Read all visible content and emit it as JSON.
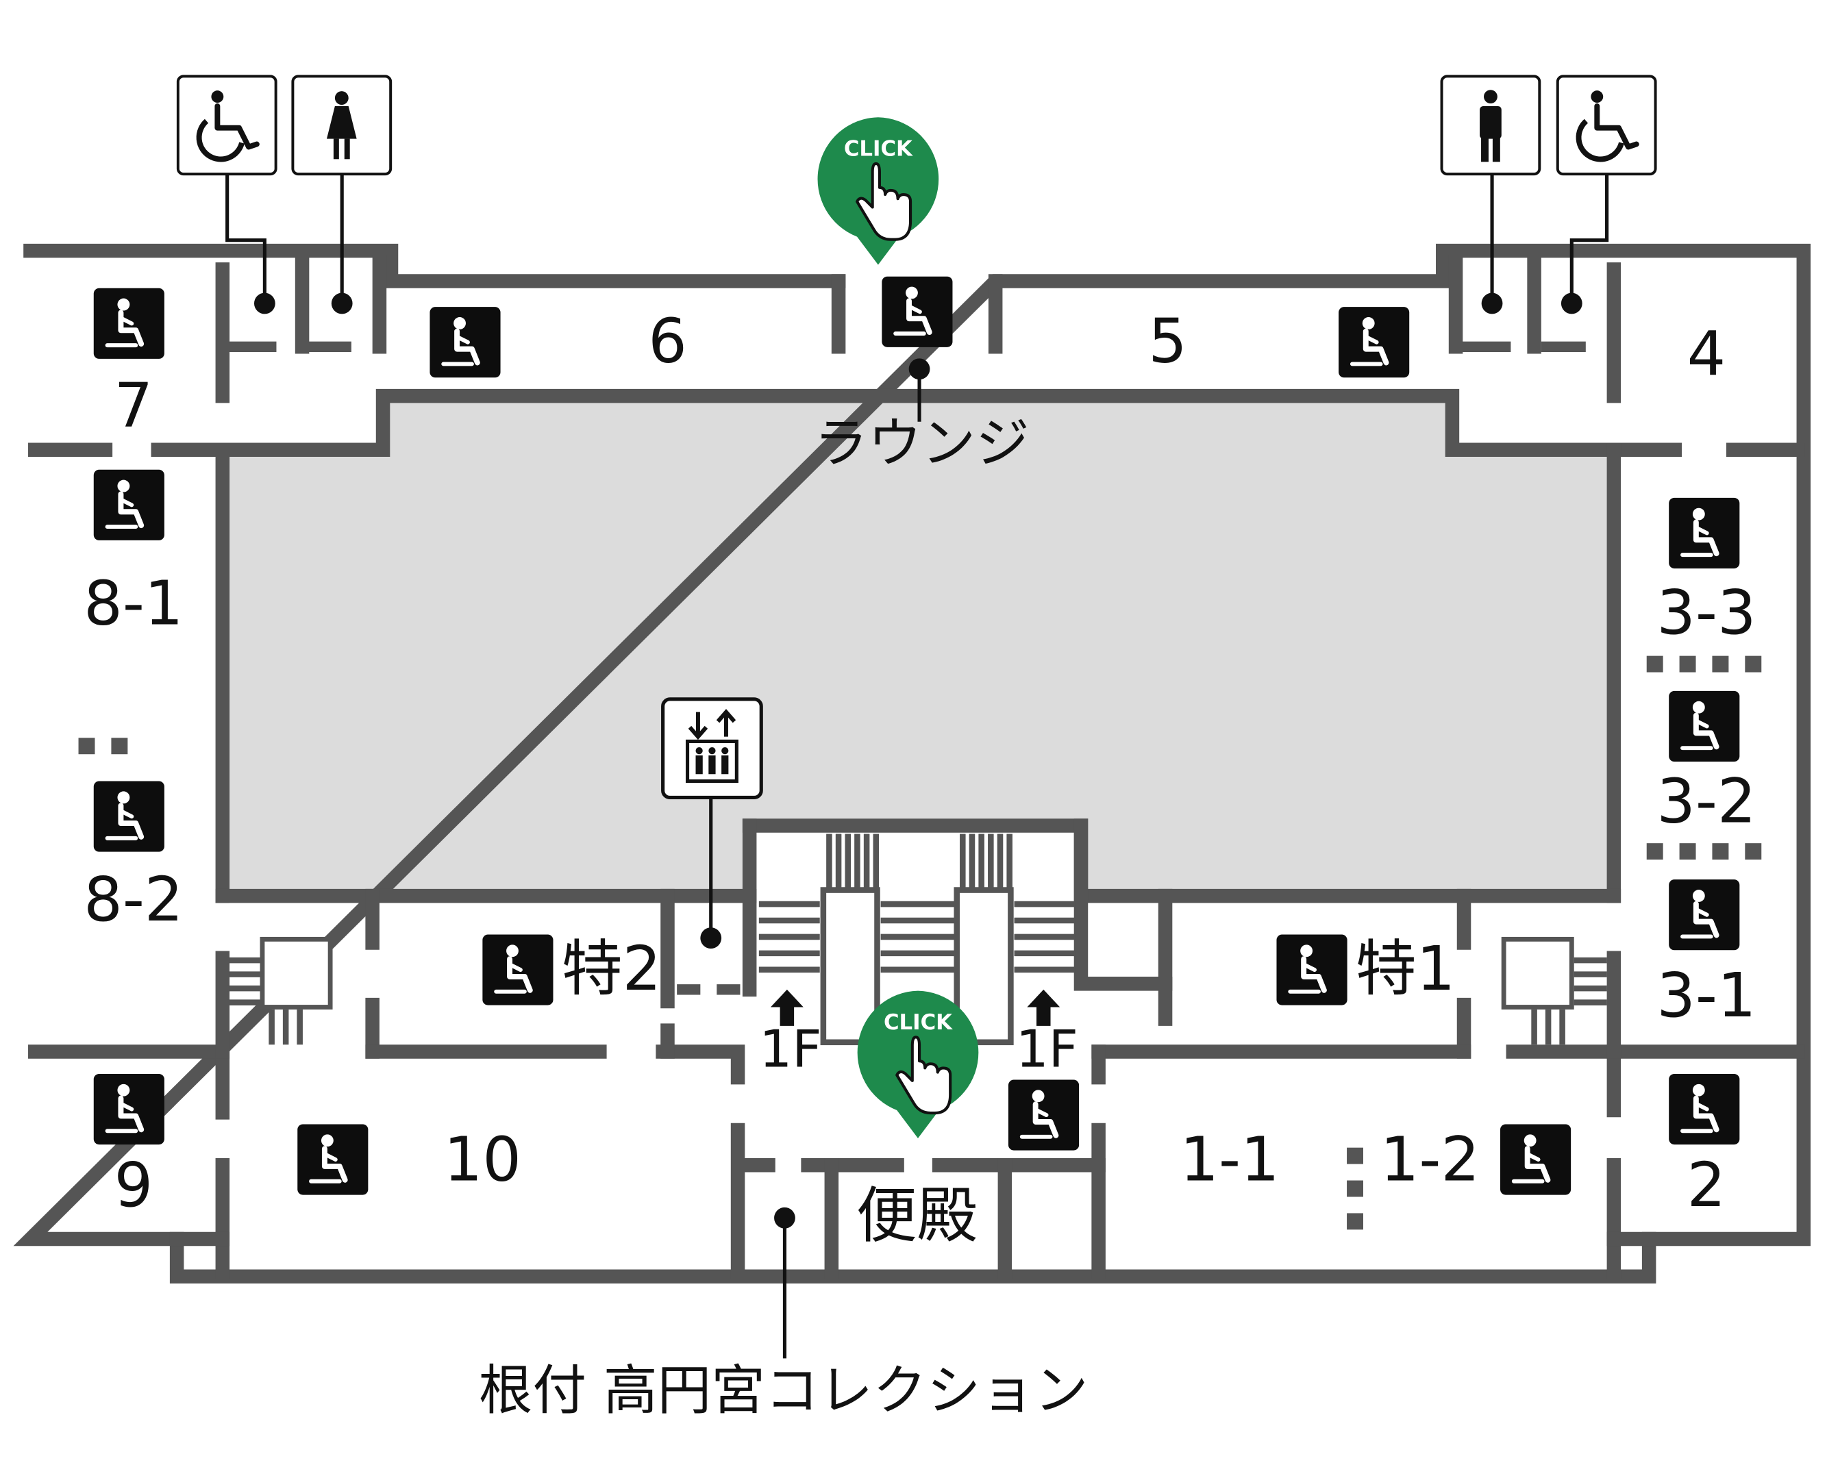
{
  "colors": {
    "wall": "#555555",
    "hall_fill": "#dcdcdc",
    "click_accent": "#1e8a4c",
    "icon_fill": "#0d0d0d"
  },
  "rooms": {
    "r1_1": "1-1",
    "r1_2": "1-2",
    "r2": "2",
    "r3_1": "3-1",
    "r3_2": "3-2",
    "r3_3": "3-3",
    "r4": "4",
    "r5": "5",
    "r6": "6",
    "r7": "7",
    "r8_1": "8-1",
    "r8_2": "8-2",
    "r9": "9",
    "r10": "10",
    "toku1": "特1",
    "toku2": "特2",
    "binden": "便殿"
  },
  "labels": {
    "lounge": "ラウンジ",
    "netsuke": "根付 高円宮コレクション",
    "floor_left": "1F",
    "floor_right": "1F"
  },
  "click": {
    "top": "CLICK",
    "bottom": "CLICK"
  },
  "icons": {
    "seat": "seat-icon",
    "wheelchair": "wheelchair-icon",
    "women": "womens-restroom-icon",
    "men": "mens-restroom-icon",
    "elevator": "elevator-icon",
    "hand": "pointing-hand-icon",
    "up_arrow": "up-arrow-icon"
  }
}
